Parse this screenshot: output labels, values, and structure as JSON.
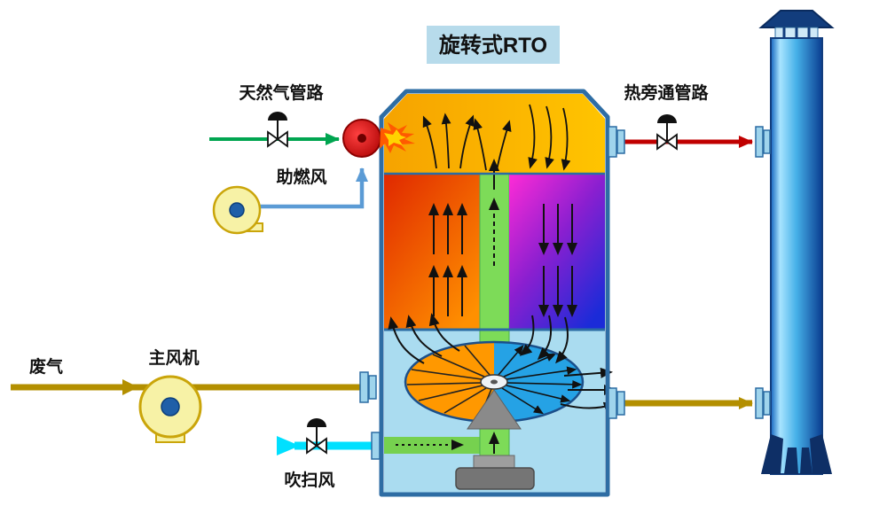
{
  "title": {
    "text": "旋转式RTO"
  },
  "labels": {
    "natural_gas": "天然气管路",
    "combustion_air": "助燃风",
    "hot_bypass": "热旁通管路",
    "waste_gas": "废气",
    "main_fan": "主风机",
    "purge_air": "吹扫风"
  },
  "icons": {
    "burner": "burner-icon",
    "flame": "flame-icon",
    "main_fan": "fan-icon",
    "combustion_fan": "fan-icon",
    "valve": "control-valve-icon",
    "stack": "exhaust-stack",
    "rotor": "rotary-distributor-wheel"
  },
  "colors": {
    "title_bg": "#b7dbeb",
    "natural_gas_line": "#00a550",
    "combustion_air_line": "#5b9bd5",
    "waste_gas_line": "#b38f00",
    "hot_bypass_line": "#c00000",
    "purge_air_line": "#00e0ff",
    "vessel_outline": "#2e6da4",
    "header_section": "#ffb300",
    "left_bed_top": "#e02800",
    "left_bed_bottom": "#ff9000",
    "right_bed_top": "#ff2bd6",
    "right_bed_bottom": "#1b2bd8",
    "green_column": "#7ddb58",
    "rotor_left": "#ff9800",
    "rotor_right": "#25a2e5",
    "bottom_section": "#aadcf0",
    "stack_body": "#45b0e8",
    "fan_body": "#f7f2a6",
    "burner": "#d40000"
  }
}
